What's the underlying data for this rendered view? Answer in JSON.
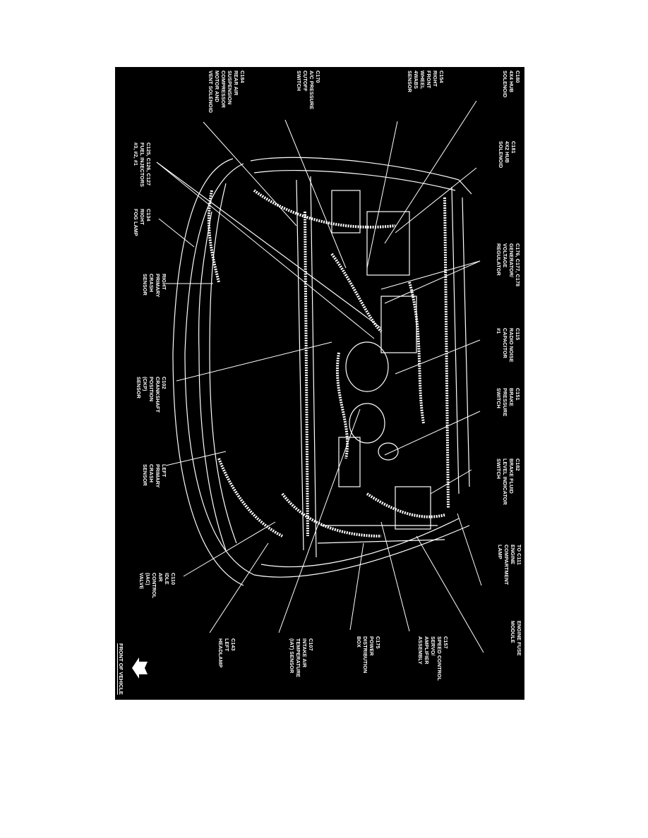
{
  "diagram": {
    "background": "#000000",
    "line_color": "#ffffff",
    "labels": {
      "c180": "C180\n4X4 HUB\nSOLENOID",
      "c181": "C181\n4X2 HUB\nSOLENOID",
      "c176": "C176, C177, C178\nGENERATOR/\nVOLTAGE\nREGULATOR",
      "c115": "C115\nRADIO NOISE\nCAPACITOR\n#1",
      "c151": "C151\nBRAKE\nPRESSURE\nSWITCH",
      "c182": "C182\nBRAKE FLUID\nLEVEL INDICATOR\nSWITCH",
      "c111": "TO C111\nENGINE\nCOMPARTMENT\nLAMP",
      "fuse": "ENGINE FUSE\nMODULE",
      "c154": "C154\nRIGHT\nFRONT\nWHEEL\n4WABS\nSENSOR",
      "c170": "C170\nA/C PRESSURE\nCUTOFF\nSWITCH",
      "c184": "C184\nREAR AIR\nSUSPENSION\nCOMPRESSOR\nMOTOR AND\nVENT SOLENOID",
      "c125": "C125, C126, C127\nFUEL INJECTORS\n#3, #2, #1",
      "c134": "C134\nRIGHT\nFOG LAMP",
      "rcrash": "RIGHT\nPRIMARY\nCRASH\nSENSOR",
      "c102": "C102\nCRANKSHAFT\nPOSITION\n(CKP)\nSENSOR",
      "lcrash": "LEFT\nPRIMARY\nCRASH\nSENSOR",
      "c110": "C110\nIDLE\nAIR\nCONTROL\n(IAC)\nVALVE",
      "c143": "C143\nLEFT\nHEADLAMP",
      "c107": "C107\nINTAKE AIR\nTEMPERATURE\n(IAT) SENSOR",
      "c175": "C175\nPOWER\nDISTRIBUTION\nBOX",
      "c157": "C157\nSPEED CONTROL\nSERVO/\nAMPLIFIER\nASSEMBLY"
    },
    "front_of_vehicle": "FRONT OF VEHICLE",
    "arrow_icon": "arrow-left-icon"
  }
}
